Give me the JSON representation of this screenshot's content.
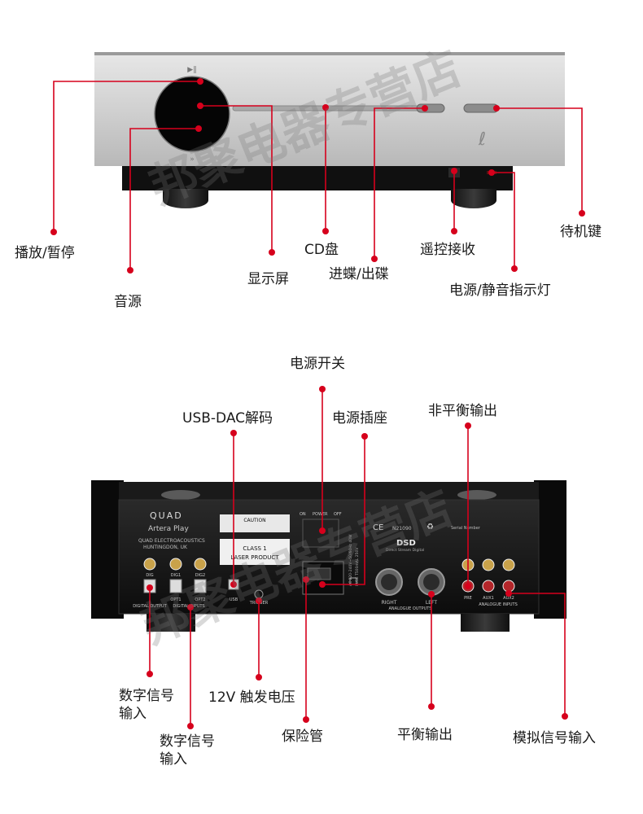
{
  "watermark": "邦聚电器专营店",
  "front_panel": {
    "callouts": {
      "play_pause": "播放/暂停",
      "source": "音源",
      "display": "显示屏",
      "cd_tray": "CD盘",
      "eject": "进蝶/出碟",
      "remote_sensor": "遥控接收",
      "power_indicator": "电源/静音指示灯",
      "standby": "待机键"
    }
  },
  "rear_panel": {
    "brand": "QUAD",
    "model": "Artera Play",
    "maker_line1": "QUAD ELECTROACOUSTICS",
    "maker_line2": "HUNTINGDON, UK",
    "laser_label_line1": "CLASS 1",
    "laser_label_line2": "LASER PRODUCT",
    "caution_label": "CAUTION",
    "power_switch_labels": {
      "on": "ON",
      "power": "POWER",
      "off": "OFF"
    },
    "dsd_logo": "DSD",
    "dsd_sub": "Direct Stream Digital",
    "ce_mark": "CE",
    "n_code": "N21090",
    "serial_label": "Serial Number",
    "voltage_text": "AC 220-240V~50/60Hz 40W",
    "fuse_text": "FUSE T500mAL 250V",
    "digital_output_label": "DIGITAL OUTPUT",
    "digital_inputs_label": "DIGITAL INPUTS",
    "dig_label": "DIG",
    "dig1_label": "DIG1",
    "dig2_label": "DIG2",
    "opt1_label": "OPT1",
    "opt2_label": "OPT2",
    "usb_label": "USB",
    "trigger_label": "TRIGGER",
    "xlr_right": "RIGHT",
    "xlr_left": "LEFT",
    "analogue_outputs_label": "ANALOGUE OUTPUTS",
    "analogue_inputs_label": "ANALOGUE INPUTS",
    "pre_label": "PRE",
    "aux1_label": "AUX1",
    "aux2_label": "AUX2",
    "callouts": {
      "power_switch": "电源开关",
      "usb_dac": "USB-DAC解码",
      "power_socket": "电源插座",
      "unbalanced_out": "非平衡输出",
      "digital_in_1": "数字信号输入",
      "digital_in_2": "数字信号输入",
      "trigger_12v": "12V 触发电压",
      "fuse": "保险管",
      "balanced_out": "平衡输出",
      "analog_in": "模拟信号输入"
    }
  },
  "colors": {
    "callout_line": "#d6001c",
    "chassis_silver": "#c8c8c8",
    "chassis_black": "#151515"
  }
}
